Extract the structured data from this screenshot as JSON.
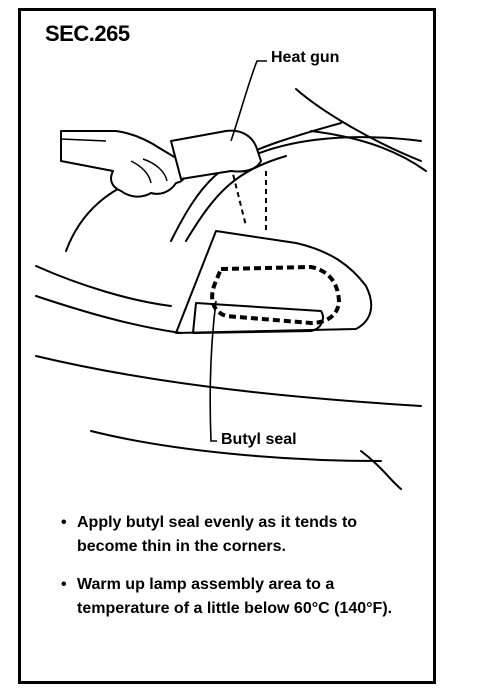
{
  "section_label": "SEC.265",
  "callouts": {
    "heat_gun": "Heat gun",
    "butyl_seal": "Butyl seal"
  },
  "notes": [
    {
      "bullet": "•",
      "text": "Apply butyl seal evenly as it tends to become thin in the corners."
    },
    {
      "bullet": "•",
      "text": "Warm up lamp assembly area to a temperature of a little below 60°C (140°F)."
    }
  ],
  "colors": {
    "ink": "#000000",
    "paper": "#ffffff"
  }
}
